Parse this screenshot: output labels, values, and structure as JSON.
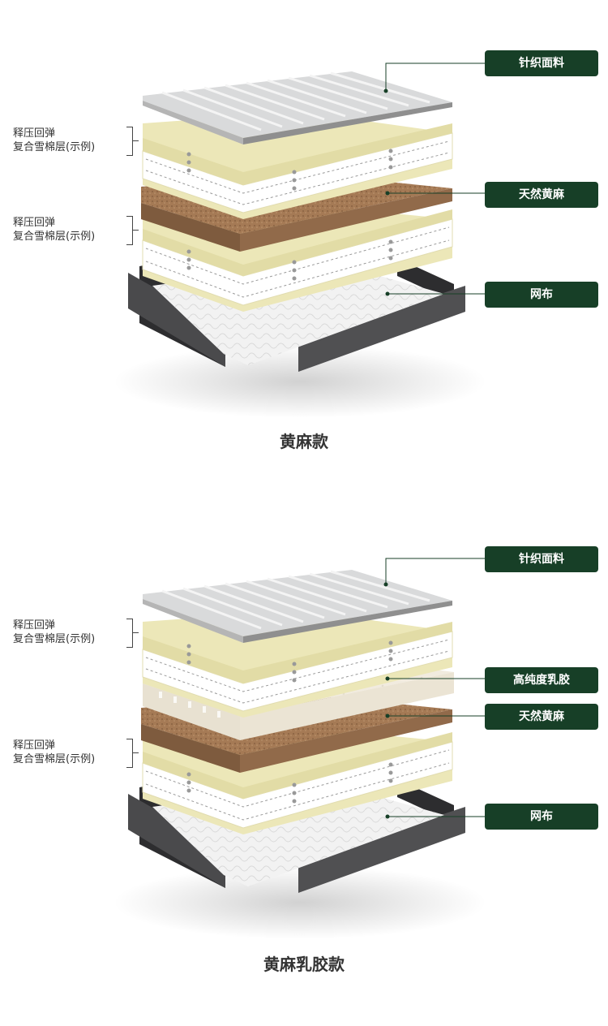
{
  "colors": {
    "tag_bg": "#173f27",
    "knit_fabric": "#cfd0d0",
    "foam": "#ece7b8",
    "jute": "#a57a55",
    "latex": "#f1ebdf",
    "mesh_border": "#3f3f41",
    "mesh_top": "#f2f2f2"
  },
  "panels": [
    {
      "caption": "黄麻款",
      "tags": [
        "针织面料",
        "天然黄麻",
        "网布"
      ],
      "side_labels": [
        {
          "line1": "释压回弹",
          "line2": "复合雪棉层(示例)"
        },
        {
          "line1": "释压回弹",
          "line2": "复合雪棉层(示例)"
        }
      ]
    },
    {
      "caption": "黄麻乳胶款",
      "tags": [
        "针织面料",
        "高纯度乳胶",
        "天然黄麻",
        "网布"
      ],
      "side_labels": [
        {
          "line1": "释压回弹",
          "line2": "复合雪棉层(示例)"
        },
        {
          "line1": "释压回弹",
          "line2": "复合雪棉层(示例)"
        }
      ]
    }
  ]
}
